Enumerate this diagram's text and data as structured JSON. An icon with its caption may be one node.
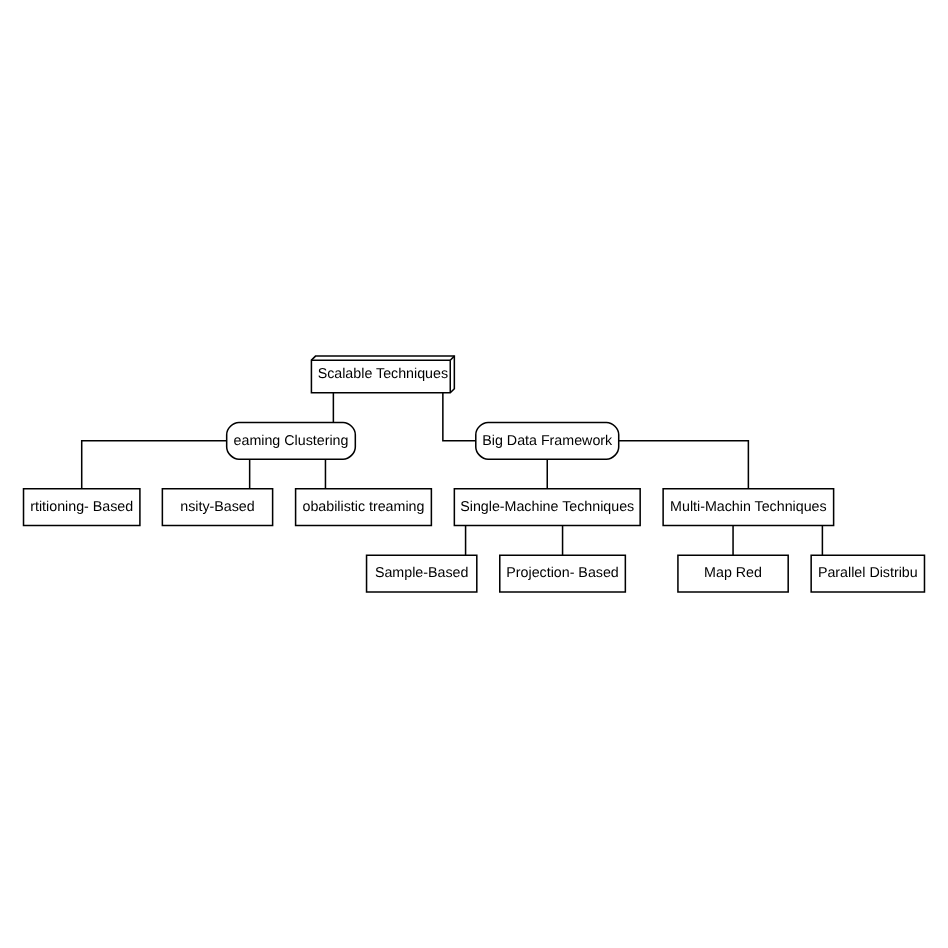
{
  "diagram": {
    "nodes": [
      {
        "text": [
          "Scalable Techniques"
        ]
      },
      {
        "text": [
          "eaming Clustering"
        ]
      },
      {
        "text": [
          "Big Data Framework"
        ]
      },
      {
        "text": [
          "rtitioning- Based"
        ]
      },
      {
        "text": [
          "nsity-Based"
        ]
      },
      {
        "text": [
          "obabilistic treaming"
        ]
      },
      {
        "text": [
          "Single-Machine Techniques"
        ]
      },
      {
        "text": [
          "Multi-Machin Techniques"
        ]
      },
      {
        "text": [
          "Sample-Based"
        ]
      },
      {
        "text": [
          "Projection- Based"
        ]
      },
      {
        "text": [
          "Map Red"
        ]
      },
      {
        "text": [
          "Parallel Distribu"
        ]
      }
    ],
    "edges": [
      {
        "from": 0,
        "to": 1,
        "arrow": "none"
      },
      {
        "from": 0,
        "to": 2,
        "arrow": "none"
      },
      {
        "from": 1,
        "to": 3,
        "arrow": "none"
      },
      {
        "from": 1,
        "to": 4,
        "arrow": "none"
      },
      {
        "from": 1,
        "to": 5,
        "arrow": "none"
      },
      {
        "from": 2,
        "to": 6,
        "arrow": "none"
      },
      {
        "from": 2,
        "to": 7,
        "arrow": "none"
      },
      {
        "from": 6,
        "to": 8,
        "arrow": "none"
      },
      {
        "from": 6,
        "to": 9,
        "arrow": "none"
      },
      {
        "from": 7,
        "to": 10,
        "arrow": "none"
      },
      {
        "from": 7,
        "to": 11,
        "arrow": "none"
      }
    ]
  }
}
